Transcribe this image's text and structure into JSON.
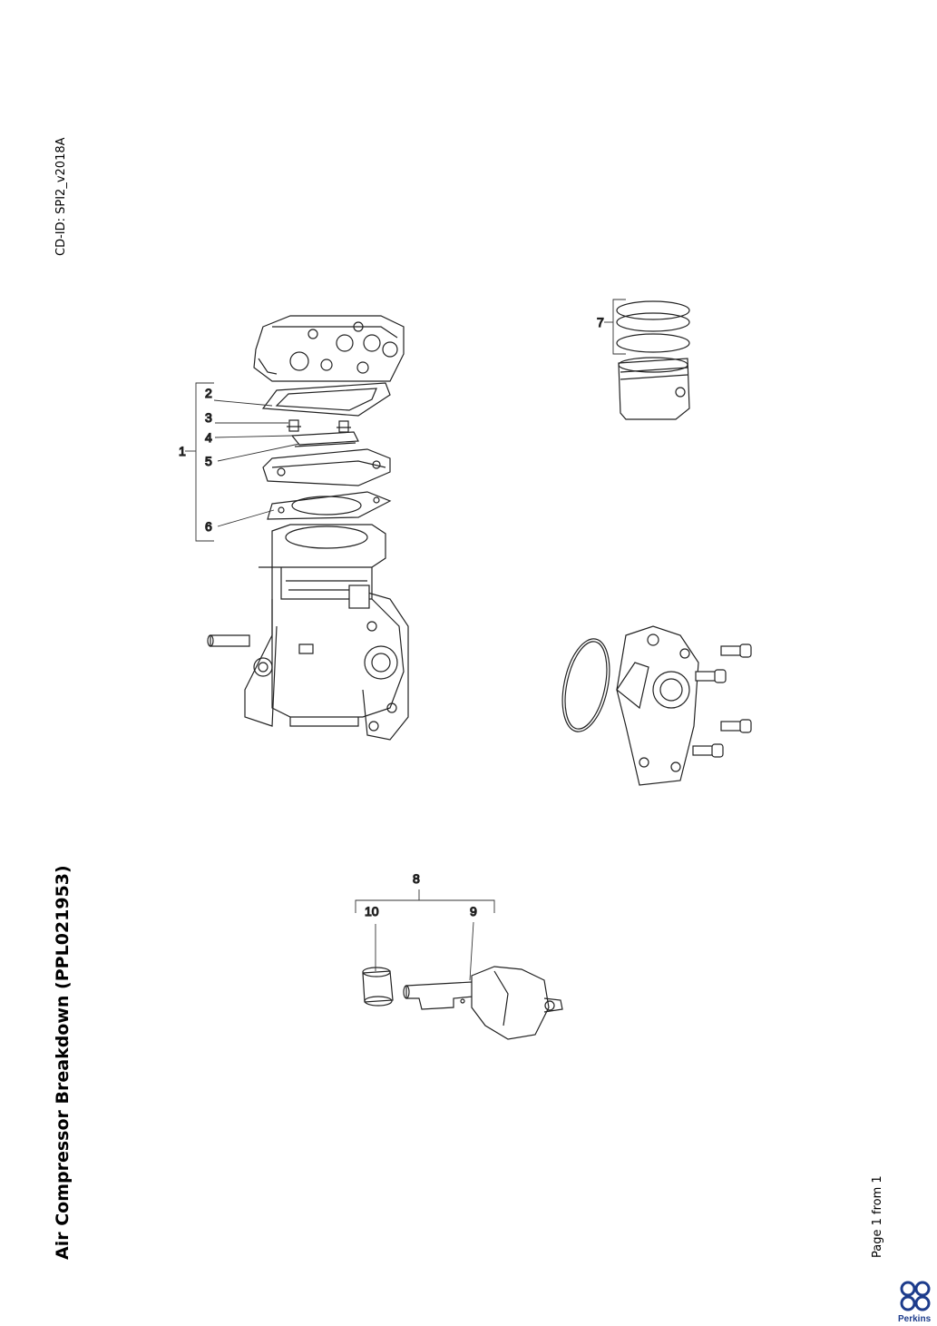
{
  "header": {
    "cd_id": "CD-ID: SPI2_v2018A"
  },
  "title": "Air Compressor Breakdown (PPL021953)",
  "footer": {
    "page": "Page 1 from 1"
  },
  "brand": {
    "name": "Perkins",
    "color": "#1d3c8c"
  },
  "callouts": {
    "c1": "1",
    "c2": "2",
    "c3": "3",
    "c4": "4",
    "c5": "5",
    "c6": "6",
    "c7": "7",
    "c8": "8",
    "c9": "9",
    "c10": "10"
  }
}
